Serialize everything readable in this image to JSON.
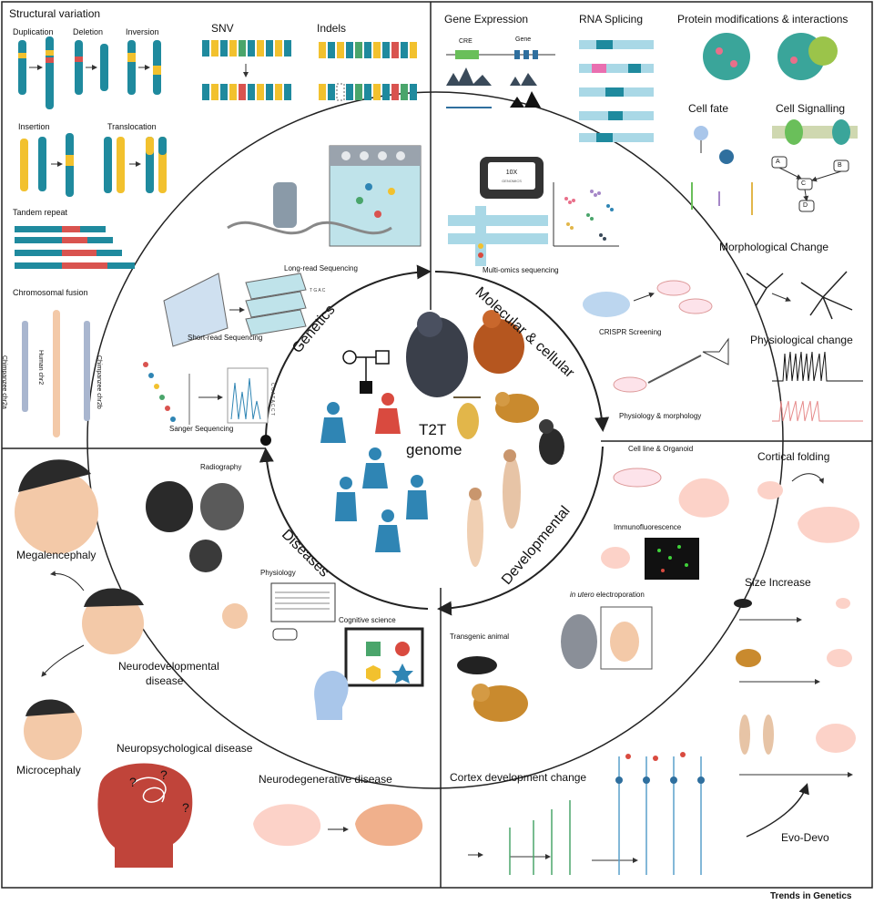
{
  "center": {
    "line1": "T2T",
    "line2": "genome"
  },
  "ring": {
    "genetics": "Genetics",
    "molecular": "Molecular & cellular",
    "developmental": "Developmental",
    "diseases": "Diseases"
  },
  "genetics": {
    "structural_variation": "Structural variation",
    "duplication": "Duplication",
    "deletion": "Deletion",
    "inversion": "Inversion",
    "insertion": "Insertion",
    "translocation": "Translocation",
    "tandem_repeat": "Tandem repeat",
    "chromosomal_fusion": "Chromosomal fusion",
    "chimp_chr2a": "Chimpanzee chr2a",
    "human_chr2": "Human chr2",
    "chimp_chr2b": "Chimpanzee chr2b",
    "snv": "SNV",
    "indels": "Indels",
    "long_read": "Long-read Sequencing",
    "short_read": "Short-read Sequencing",
    "sanger": "Sanger Sequencing",
    "flowcell_letters": "T G A C",
    "sanger_bases": "C G A T A C C T"
  },
  "molecular": {
    "gene_expression": "Gene Expression",
    "cre": "CRE",
    "gene": "Gene",
    "rna_splicing": "RNA Splicing",
    "protein": "Protein modifications & interactions",
    "cell_fate": "Cell fate",
    "cell_signalling": "Cell Signalling",
    "node_a": "A",
    "node_b": "B",
    "node_c": "C",
    "node_d": "D",
    "morph_change": "Morphological Change",
    "physio_change": "Physiological change",
    "chip_label": "10X",
    "chip_sublabel": "GENOMICS",
    "multi_omics": "Multi-omics sequencing",
    "crispr": "CRISPR Screening",
    "physio_morph": "Physiology & morphology"
  },
  "developmental": {
    "cell_line": "Cell line & Organoid",
    "immuno": "Immunofluorescence",
    "in_utero_italic": "in utero",
    "in_utero_rest": " electroporation",
    "transgenic": "Transgenic animal",
    "cortical_folding": "Cortical folding",
    "size_increase": "Size Increase",
    "cortex_dev": "Cortex development change",
    "evo_devo": "Evo-Devo"
  },
  "diseases": {
    "radiography": "Radiography",
    "physiology": "Physiology",
    "cognitive": "Cognitive science",
    "megalencephaly": "Megalencephaly",
    "neurodevelopmental_1": "Neurodevelopmental",
    "neurodevelopmental_2": "disease",
    "microcephaly": "Microcephaly",
    "neuropsych": "Neuropsychological disease",
    "neurodegen": "Neurodegenerative disease",
    "question_mark": "?"
  },
  "footer": {
    "credit": "Trends in Genetics"
  },
  "colors": {
    "teal": "#1f8a9e",
    "yellow": "#f2c12e",
    "red": "#d9534f",
    "peach": "#f3c9a8",
    "blue_person": "#2f85b4",
    "red_person": "#d94a3f",
    "ape_brown": "#b5561f"
  }
}
